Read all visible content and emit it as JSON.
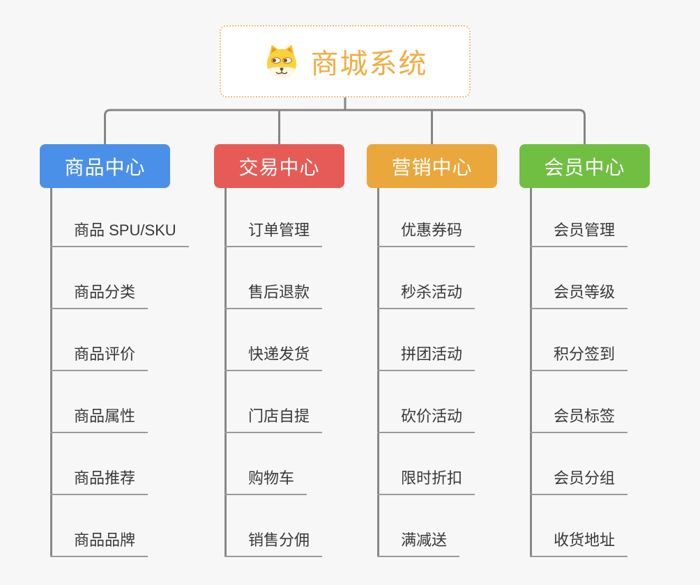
{
  "root": {
    "title": "商城系统",
    "icon": "dog-face-icon",
    "title_color": "#F1AD43",
    "border_color": "#F4BE73"
  },
  "colors": {
    "background": "#F7F7F7",
    "connector": "#858585",
    "leaf_underline": "#9A9A9A",
    "leaf_text": "#383838"
  },
  "categories": [
    {
      "label": "商品中心",
      "color": "#4B90E8",
      "children": [
        "商品 SPU/SKU",
        "商品分类",
        "商品评价",
        "商品属性",
        "商品推荐",
        "商品品牌"
      ]
    },
    {
      "label": "交易中心",
      "color": "#E65B56",
      "children": [
        "订单管理",
        "售后退款",
        "快递发货",
        "门店自提",
        "购物车",
        "销售分佣"
      ]
    },
    {
      "label": "营销中心",
      "color": "#EAA73C",
      "children": [
        "优惠券码",
        "秒杀活动",
        "拼团活动",
        "砍价活动",
        "限时折扣",
        "满减送"
      ]
    },
    {
      "label": "会员中心",
      "color": "#70BF42",
      "children": [
        "会员管理",
        "会员等级",
        "积分签到",
        "会员标签",
        "会员分组",
        "收货地址"
      ]
    }
  ]
}
